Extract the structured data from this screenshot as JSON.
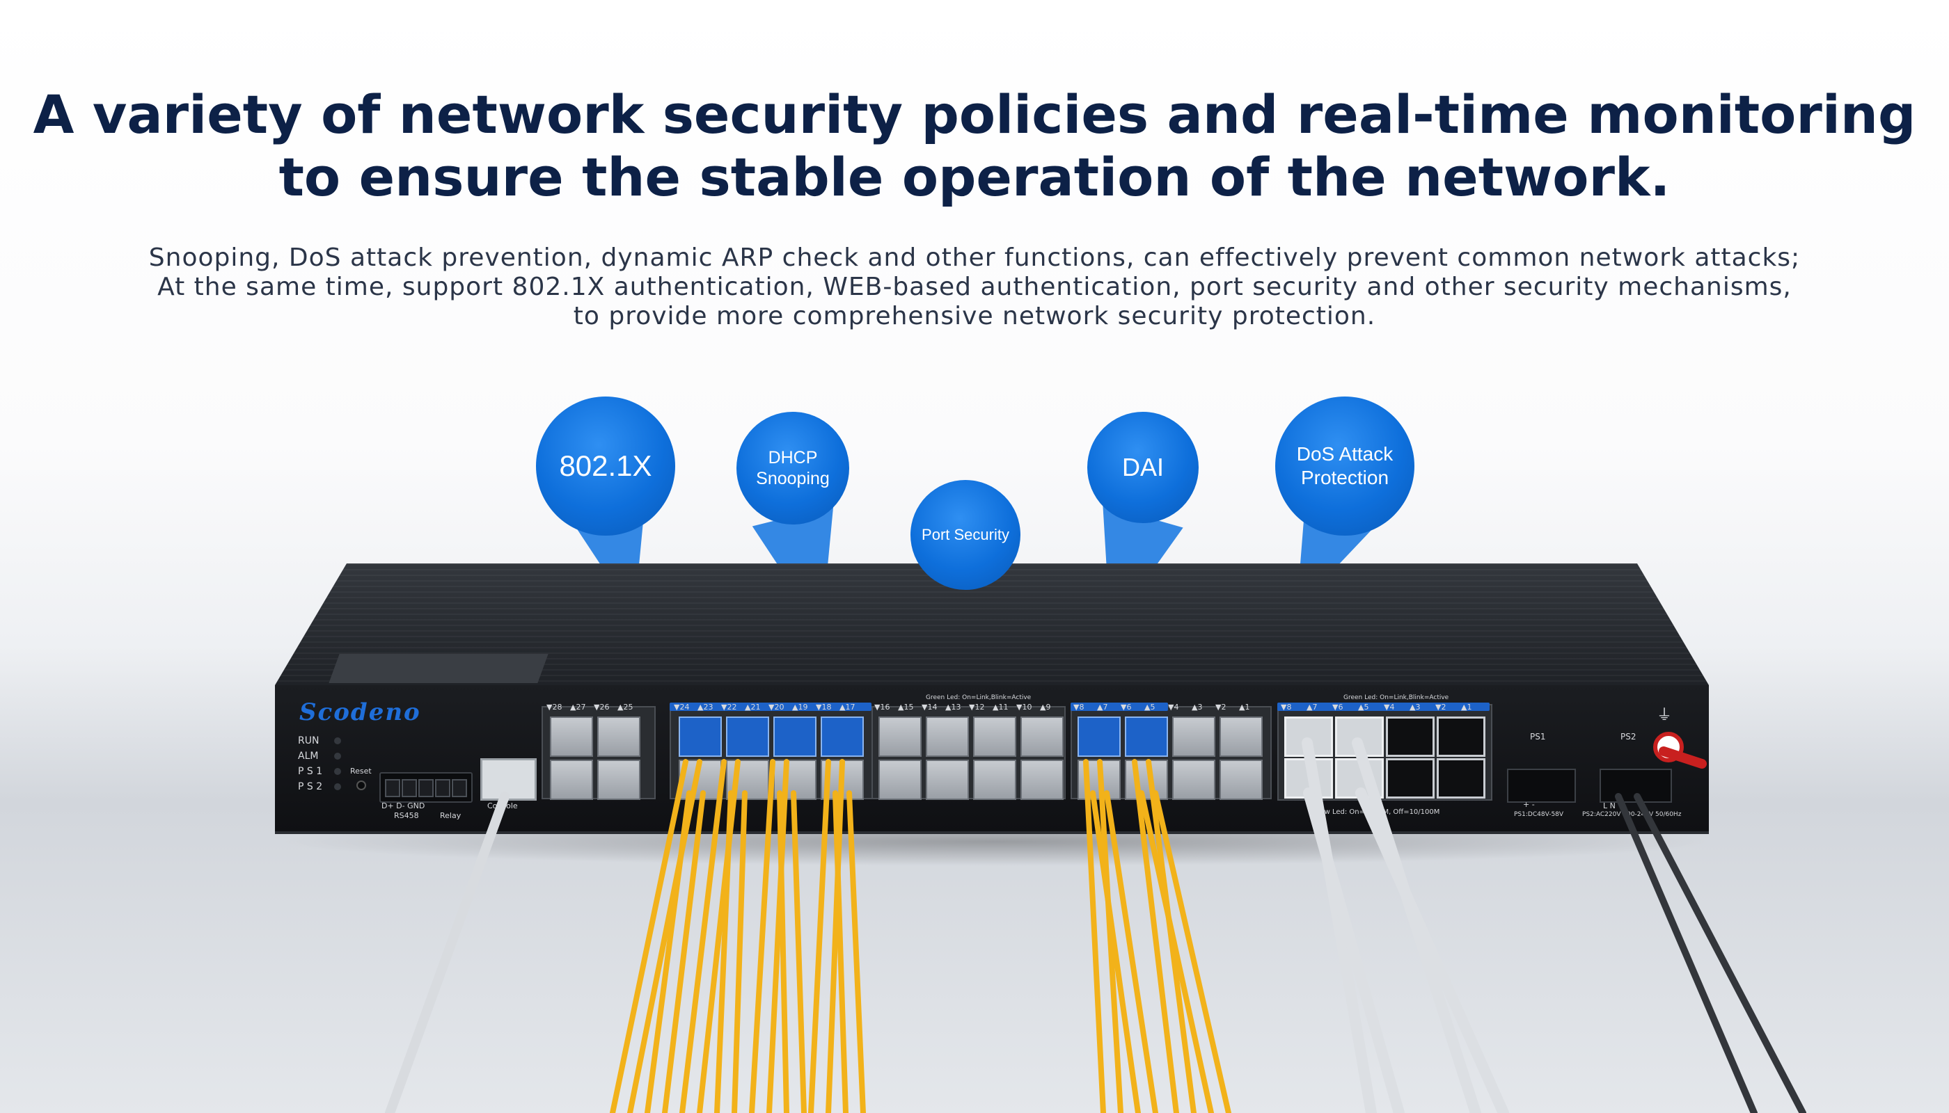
{
  "headline": {
    "line1": "A variety of network security policies and real-time monitoring",
    "line2": "to ensure the stable operation of the network."
  },
  "subtext": {
    "line1": "Snooping, DoS attack prevention, dynamic ARP check and other functions, can effectively prevent common network attacks;",
    "line2": "At the same time, support 802.1X authentication, WEB-based authentication, port security and other security mechanisms,",
    "line3": "to provide more comprehensive network security protection."
  },
  "bubbles": {
    "dot1x": "802.1X",
    "dhcp": "DHCP Snooping",
    "port_security": "Port Security",
    "dai": "DAI",
    "dos": "DoS Attack Protection"
  },
  "device": {
    "brand": "Scodeno",
    "leds": [
      "RUN",
      "ALM",
      "P S 1",
      "P S 2"
    ],
    "reset_label": "Reset",
    "rs485_pins": "D+  D-  GND",
    "rs485_label": "RS458",
    "relay_label": "Relay",
    "console_label": "Console",
    "sfp_top_labels": [
      "▼28",
      "▲27",
      "▼26",
      "▲25",
      "▼24",
      "▲23",
      "▼22",
      "▲21",
      "▼20",
      "▲19",
      "▼18",
      "▲17",
      "▼16",
      "▲15",
      "▼14",
      "▲13",
      "▼12",
      "▲11",
      "▼10",
      "▲9",
      "▼8",
      "▲7",
      "▼6",
      "▲5",
      "▼4",
      "▲3",
      "▼2",
      "▲1"
    ],
    "green_led_note": "Green Led: On=Link,Blink=Active",
    "rj45_top_labels": [
      "▼8",
      "▲7",
      "▼6",
      "▲5",
      "▼4",
      "▲3",
      "▼2",
      "▲1"
    ],
    "yellow_led_note": "Yellow Led: On=1000M, Off=10/100M",
    "ps1_label": "PS1",
    "ps1_rating": "PS1:DC48V-58V",
    "ps1_pins": "+   -",
    "ps2_label": "PS2",
    "ps2_rating": "PS2:AC220V 100-240V 50/60Hz",
    "ps2_pins": "L   N   ⏚"
  },
  "colors": {
    "headline": "#0d2147",
    "bubble": "#0e6fdb",
    "fiber": "#f2b21a",
    "brand": "#1f6ed9"
  },
  "icons": {
    "ground": "ground-icon"
  }
}
